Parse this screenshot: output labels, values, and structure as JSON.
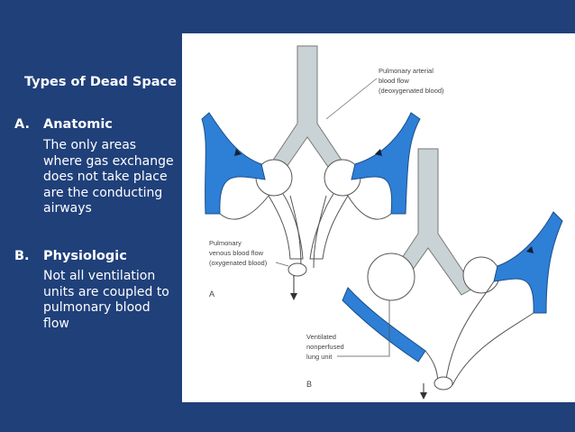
{
  "slide": {
    "title": "Types of Dead Space",
    "items": [
      {
        "letter": "A.",
        "heading": "Anatomic",
        "body": "The only areas where gas exchange does not take place are the conducting airways"
      },
      {
        "letter": "B.",
        "heading": "Physiologic",
        "body": "Not all ventilation units are coupled to pulmonary blood flow"
      }
    ]
  },
  "figure": {
    "labels": {
      "arterial_1": "Pulmonary arterial",
      "arterial_2": "blood flow",
      "arterial_3": "(deoxygenated blood)",
      "venous_1": "Pulmonary",
      "venous_2": "venous blood flow",
      "venous_3": "(oxygenated blood)",
      "panel_a": "A",
      "nonperf_1": "Ventilated",
      "nonperf_2": "nonperfused",
      "nonperf_3": "lung unit",
      "panel_b": "B"
    },
    "colors": {
      "blood_vessel": "#2e7fd6",
      "airway": "#c9d3d5",
      "background": "#20407a"
    }
  }
}
